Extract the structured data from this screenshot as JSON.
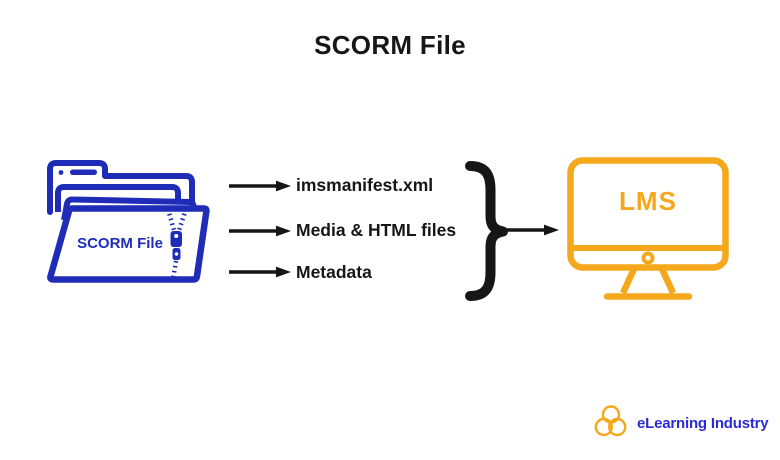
{
  "title": "SCORM File",
  "colors": {
    "blue": "#1E2CB8",
    "orange": "#F5A81B",
    "ink": "#161616",
    "logo_blue": "#2B2BD6",
    "background": "#FFFFFF"
  },
  "package": {
    "label": "SCORM File",
    "icon": "zipped-folder-icon"
  },
  "contents": [
    {
      "label": "imsmanifest.xml"
    },
    {
      "label": "Media & HTML files"
    },
    {
      "label": "Metadata"
    }
  ],
  "connectors": {
    "row_arrow_icon": "arrow-right-icon",
    "brace_icon": "curly-brace-icon",
    "lms_arrow_icon": "arrow-right-icon"
  },
  "lms": {
    "label": "LMS",
    "icon": "monitor-icon"
  },
  "logo": {
    "label": "eLearning Industry",
    "icon": "three-rings-icon"
  }
}
